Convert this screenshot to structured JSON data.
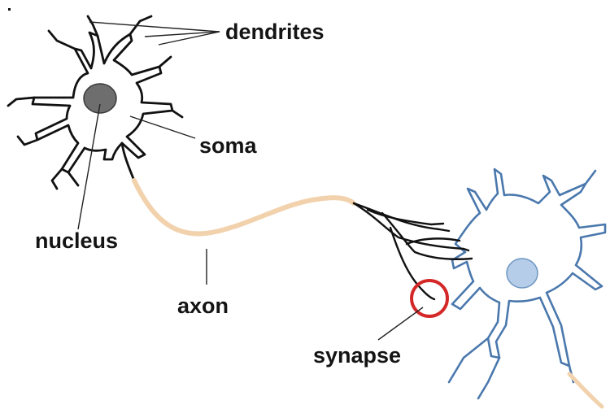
{
  "labels": {
    "dendrites": "dendrites",
    "soma": "soma",
    "nucleus": "nucleus",
    "axon": "axon",
    "synapse": "synapse"
  },
  "colors": {
    "neuron_outline": "#111111",
    "nucleus_fill": "#6e6e6e",
    "axon": "#f2d2ad",
    "second_neuron_outline": "#4a78ad",
    "second_nucleus_fill": "#b5cde8",
    "synapse_circle": "#d42828",
    "leader_line": "#222222"
  }
}
